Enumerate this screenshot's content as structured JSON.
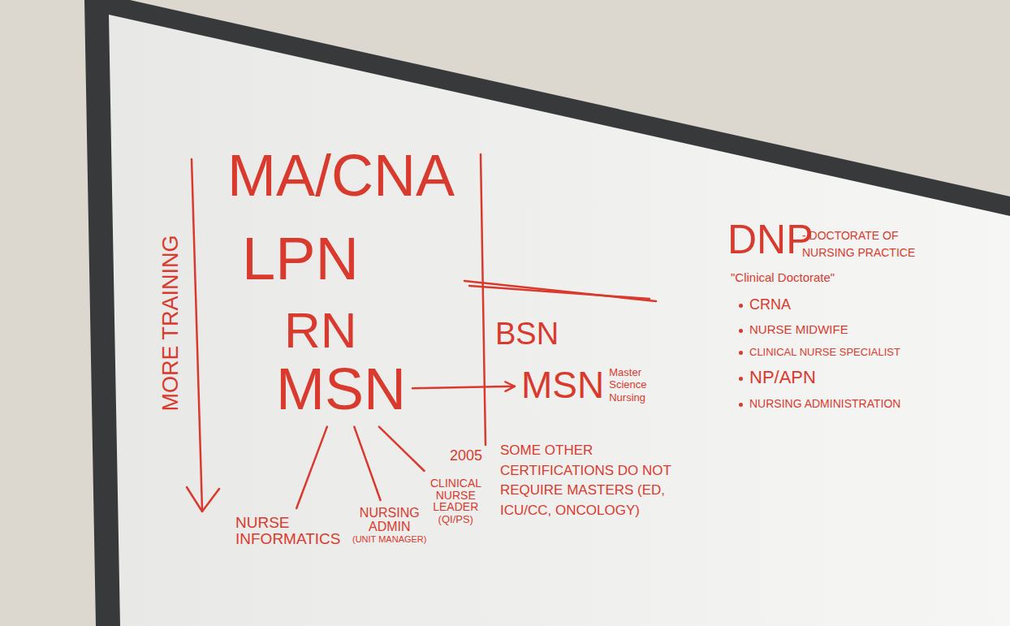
{
  "diagram": {
    "nodes": [
      {
        "text": [
          "MSN"
        ]
      },
      {
        "text": [
          "MSN",
          "Master Science Nursing"
        ]
      },
      {
        "text": [
          "NURSE INFORMATICS"
        ]
      },
      {
        "text": [
          "NURSING ADMIN",
          "(UNIT MANAGER)"
        ]
      },
      {
        "text": [
          "CLINICAL NURSE LEADER",
          "(QI/PS)"
        ]
      }
    ],
    "edges": [
      {
        "from": 0,
        "to": 1,
        "arrow": "to"
      },
      {
        "from": 0,
        "to": 2,
        "arrow": "none"
      },
      {
        "from": 0,
        "to": 3,
        "arrow": "none"
      },
      {
        "from": 0,
        "to": 4,
        "arrow": "none"
      }
    ],
    "labels": [
      "MA/CNA",
      "LPN",
      "RN",
      "MORE TRAINING",
      "BSN",
      "2005",
      "SOME OTHER CERTIFICATIONS DO NOT REQUIRE MASTERS (ED, ICU/CC, ONCOLOGY)",
      "DNP",
      "- DOCTORATE OF NURSING PRACTICE",
      "\"Clinical Doctorate\"",
      "CRNA",
      "NURSE MIDWIFE",
      "CLINICAL NURSE SPECIALIST",
      "NP/APN",
      "NURSING ADMINISTRATION"
    ]
  }
}
